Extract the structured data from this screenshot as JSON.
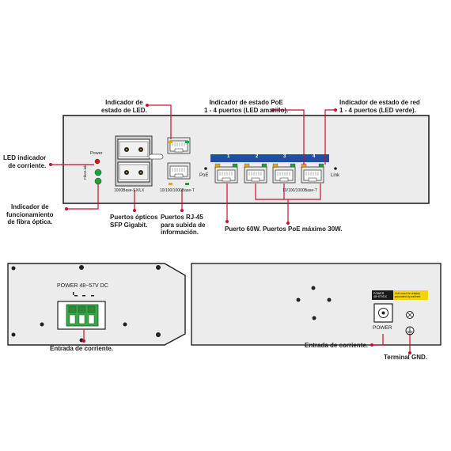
{
  "front_panel": {
    "power_label": "Power",
    "fiber_link_label": "FiberLink",
    "sfp_port_label": "1000Base-SX/LX",
    "rj45_uplink_label": "10/100/1000Base-T",
    "poe_label": "PoE",
    "link_label": "Link",
    "poe_ports_label": "10/100/1000Base-T",
    "port_numbers": [
      "1",
      "2",
      "3",
      "4"
    ]
  },
  "callouts": {
    "power_led": "LED indicador\nde corriente.",
    "fiber_status": "Indicador de\nfuncionamiento\nde fibra óptica.",
    "led_status": "Indicador de\nestado de LED.",
    "sfp_ports": "Puertos ópticos\nSFP Gigabit.",
    "rj45_uplink": "Puertos RJ-45\npara subida de\ninformación.",
    "poe_status": "Indicador de estado PoE\n1 - 4 puertos (LED amarillo).",
    "network_status": "Indicador de estado de red\n1 - 4 puertos (LED verde).",
    "port_60w": "Puerto 60W.",
    "poe_ports": "Puertos PoE máximo 30W.",
    "power_input_left": "Entrada de corriente.",
    "power_input_right": "Entrada de corriente.",
    "ground_terminal": "Terminal GND."
  },
  "left_panel": {
    "power_text": "POWER  48~57V DC"
  },
  "right_panel": {
    "power_label": "POWER",
    "sticker_text": "POWER\n48~57VDC",
    "warning_text": "Unit must be reliably\ngrounded by earthed"
  },
  "colors": {
    "accent_red": "#c8102e",
    "led_red": "#dd1111",
    "led_green": "#17a63a",
    "led_amber": "#e8a317",
    "port_strip_blue": "#1f4fa3",
    "panel_gray": "#d9d9d9",
    "terminal_green": "#3ba54a"
  }
}
